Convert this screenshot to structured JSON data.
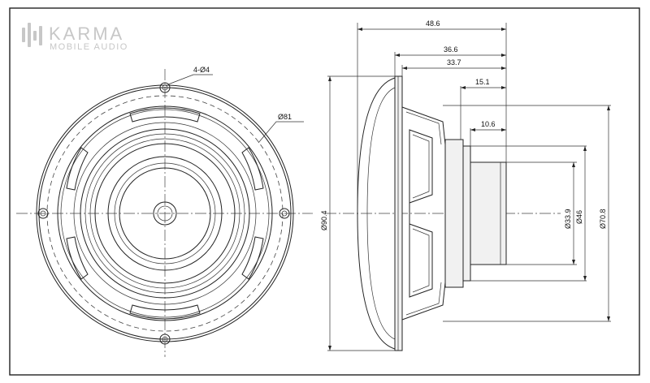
{
  "logo": {
    "brand": "KARMA",
    "subtitle": "MOBILE AUDIO"
  },
  "front_view": {
    "mount_holes_label": "4-Ø4",
    "bolt_circle_label": "Ø81"
  },
  "side_view": {
    "dim_overall_depth": "48.6",
    "dim_basket_depth": "36.6",
    "dim_frame_depth": "33.7",
    "dim_magnet_depth": "15.1",
    "dim_plate_depth": "10.6",
    "dim_outer_diameter": "Ø90.4",
    "dim_magnet_diameter": "Ø33.9",
    "dim_backplate_diameter": "Ø46",
    "dim_cutout_diameter": "Ø70.8"
  }
}
